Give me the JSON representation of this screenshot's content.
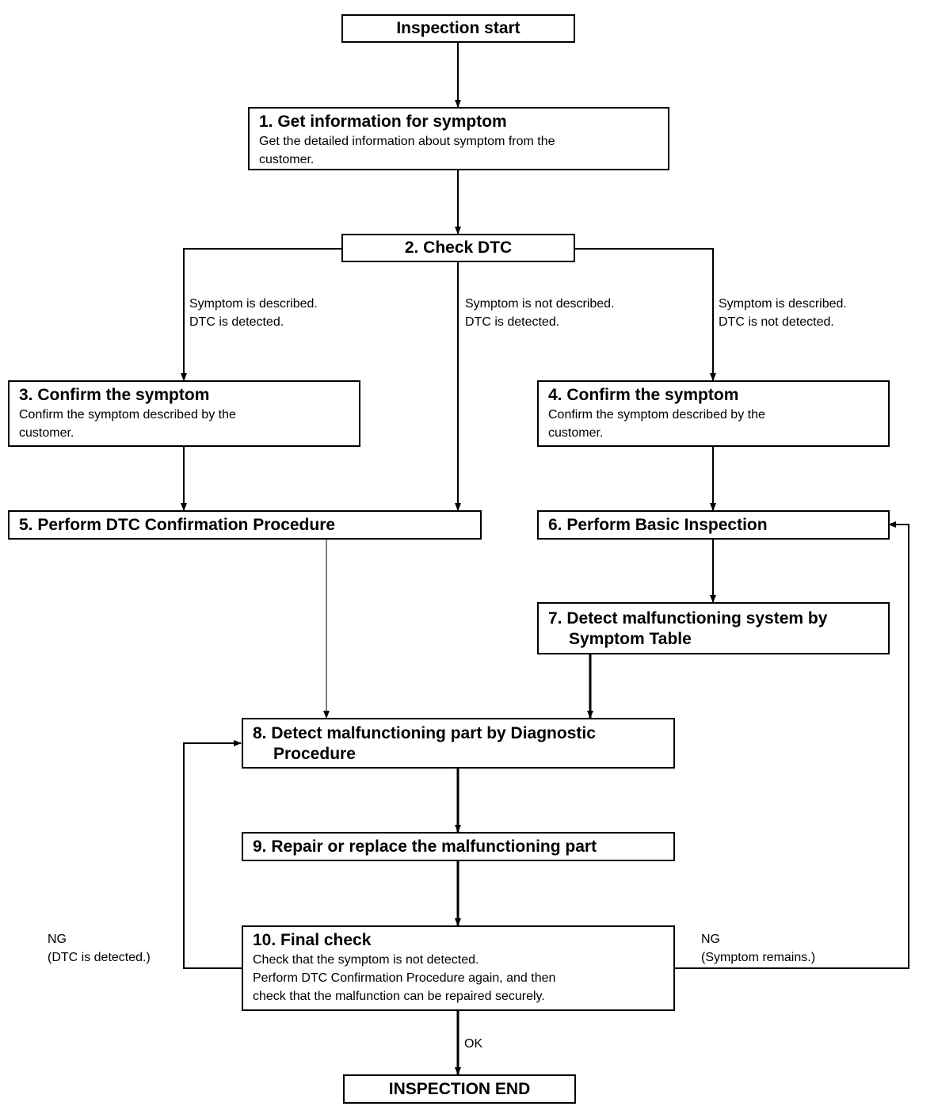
{
  "nodes": {
    "start": "Inspection start",
    "s1": {
      "title": "1. Get information for symptom",
      "desc": [
        "Get the detailed information about symptom from the",
        "customer."
      ]
    },
    "s2": "2. Check DTC",
    "s3": {
      "title": "3. Confirm the symptom",
      "desc": [
        "Confirm the symptom described by the",
        "customer."
      ]
    },
    "s4": {
      "title": "4. Confirm the symptom",
      "desc": [
        "Confirm the symptom described by the",
        "customer."
      ]
    },
    "s5": "5. Perform DTC Confirmation Procedure",
    "s6": "6. Perform Basic Inspection",
    "s7": {
      "line1": "7. Detect malfunctioning system by",
      "line2": "Symptom Table"
    },
    "s8": {
      "line1": "8. Detect malfunctioning part by Diagnostic",
      "line2": "Procedure"
    },
    "s9": "9. Repair or replace the malfunctioning part",
    "s10": {
      "title": "10. Final check",
      "desc": [
        "Check that the symptom is not detected.",
        "Perform DTC Confirmation Procedure again, and then",
        "check that the malfunction can be repaired securely."
      ]
    },
    "end": "INSPECTION END"
  },
  "labels": {
    "branch_left": [
      "Symptom is described.",
      "DTC is detected."
    ],
    "branch_mid": [
      "Symptom is not described.",
      "DTC is detected."
    ],
    "branch_right": [
      "Symptom is described.",
      "DTC is not detected."
    ],
    "ng_left": [
      "NG",
      "(DTC is detected.)"
    ],
    "ng_right": [
      "NG",
      "(Symptom remains.)"
    ],
    "ok": "OK"
  }
}
